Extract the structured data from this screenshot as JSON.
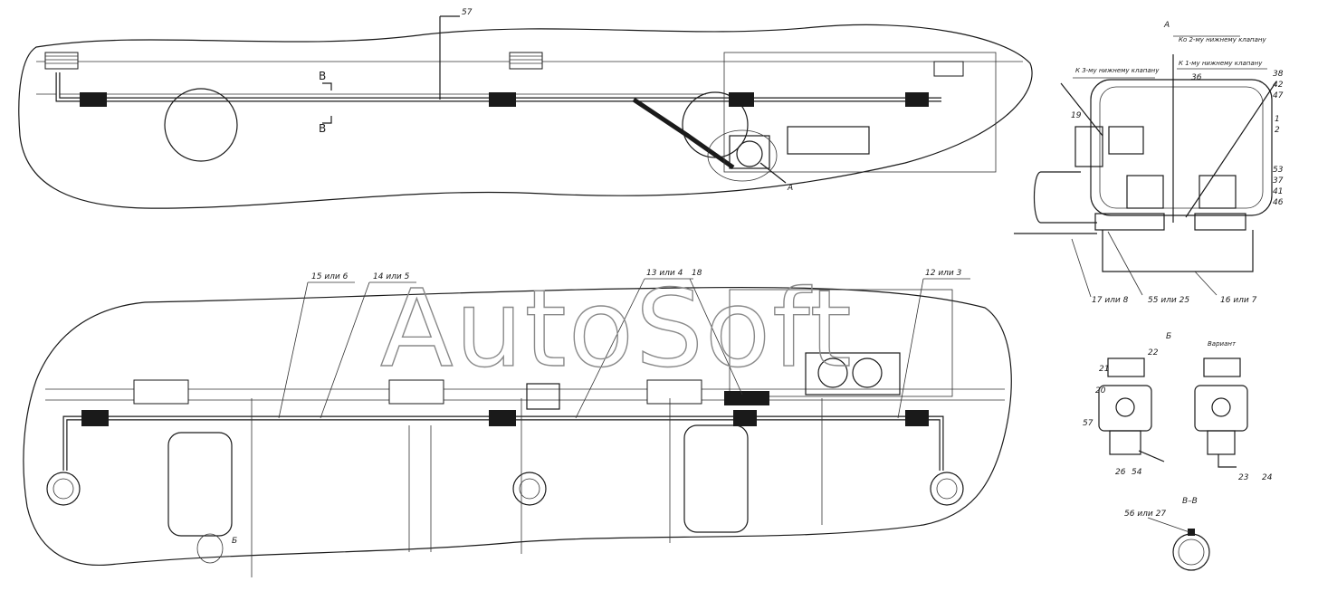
{
  "watermark": "AutoSoft",
  "top_view": {
    "labels": [
      {
        "id": "57",
        "text": "57"
      },
      {
        "id": "sec-b-upper",
        "text": "В"
      },
      {
        "id": "sec-b-lower",
        "text": "В"
      },
      {
        "id": "view-a",
        "text": "А"
      }
    ]
  },
  "detail_a": {
    "title": "А",
    "callouts": [
      {
        "id": "to-valve-2",
        "text": "Ко 2-му нижнему клапану"
      },
      {
        "id": "to-valve-3",
        "text": "К 3-му нижнему клапану"
      },
      {
        "id": "to-valve-1",
        "text": "К 1-му нижнему клапану"
      },
      {
        "id": "n36",
        "text": "36"
      },
      {
        "id": "n38",
        "text": "38"
      },
      {
        "id": "n42",
        "text": "42"
      },
      {
        "id": "n47a",
        "text": "47"
      },
      {
        "id": "n1",
        "text": "1"
      },
      {
        "id": "n2",
        "text": "2"
      },
      {
        "id": "n53",
        "text": "53"
      },
      {
        "id": "n37",
        "text": "37"
      },
      {
        "id": "n41",
        "text": "41"
      },
      {
        "id": "n46",
        "text": "46"
      },
      {
        "id": "n19",
        "text": "19"
      },
      {
        "id": "n17",
        "text": "17 или 8"
      },
      {
        "id": "n55",
        "text": "55 или 25"
      },
      {
        "id": "n16",
        "text": "16 или 7"
      }
    ]
  },
  "side_view": {
    "callouts": [
      {
        "id": "n15",
        "text": "15 или 6"
      },
      {
        "id": "n14",
        "text": "14 или 5"
      },
      {
        "id": "n13",
        "text": "13 или 4"
      },
      {
        "id": "n18",
        "text": "18"
      },
      {
        "id": "n12",
        "text": "12 или 3"
      },
      {
        "id": "vb",
        "text": "Б"
      }
    ]
  },
  "detail_b": {
    "title": "Б",
    "variant_label": "Вариант",
    "callouts": [
      {
        "id": "n21",
        "text": "21"
      },
      {
        "id": "n22",
        "text": "22"
      },
      {
        "id": "n20",
        "text": "20"
      },
      {
        "id": "n57",
        "text": "57"
      },
      {
        "id": "n26",
        "text": "26"
      },
      {
        "id": "n54",
        "text": "54"
      },
      {
        "id": "n23",
        "text": "23"
      },
      {
        "id": "n24",
        "text": "24"
      }
    ]
  },
  "section_vv": {
    "title": "В–В",
    "callouts": [
      {
        "id": "n56",
        "text": "56 или 27"
      }
    ]
  }
}
